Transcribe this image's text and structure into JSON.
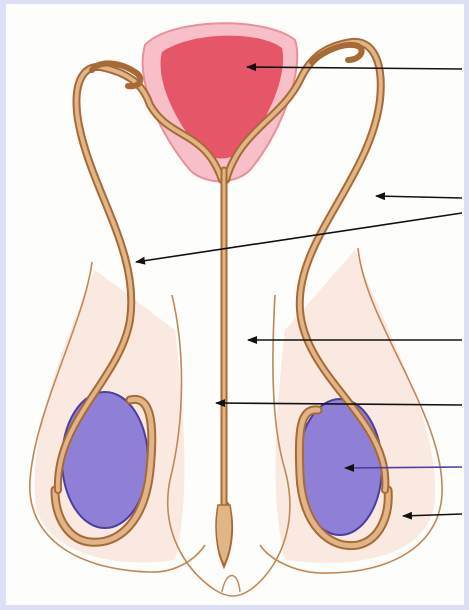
{
  "diagram": {
    "background_color": "#fdfdfb",
    "frame_color": "#dde0f4",
    "colors": {
      "bladder_outer": "#f7bfc7",
      "bladder_inner": "#e0334a",
      "duct_stroke": "#a86a34",
      "duct_fill": "#e0b587",
      "testis_fill": "#8f7fd6",
      "testis_stroke": "#4c3fa0",
      "scrotum_stroke": "#c08858",
      "skin_tint": "#f6dccf",
      "arrow": "#111111"
    },
    "label_lines": [
      {
        "id": "bladder"
      },
      {
        "id": "body-region"
      },
      {
        "id": "vas-deferens"
      },
      {
        "id": "penis-shaft"
      },
      {
        "id": "urethra"
      },
      {
        "id": "testis"
      },
      {
        "id": "scrotum"
      }
    ]
  }
}
